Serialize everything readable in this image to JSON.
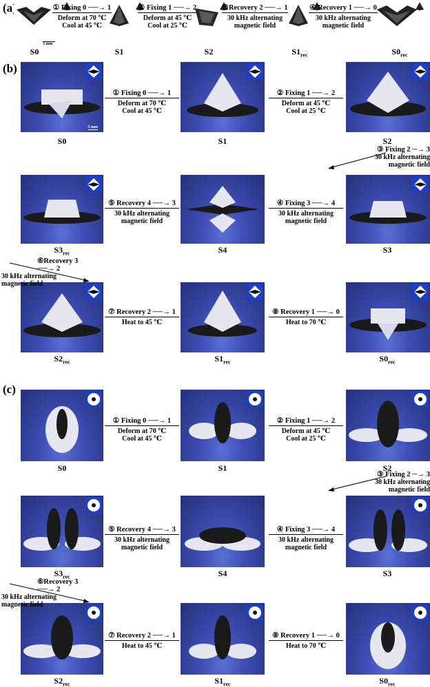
{
  "panels": {
    "a": {
      "label": "(a)",
      "scale": "3 mm",
      "states": [
        "S0",
        "S1",
        "S2",
        "S1",
        "S0"
      ],
      "state_subs": [
        "",
        "",
        "",
        "rec",
        "rec"
      ],
      "steps": [
        {
          "title": "① Fixing 0 ──→ 1",
          "l1": "Deform at 70 ℃",
          "l2": "Cool at 45 ℃"
        },
        {
          "title": "② Fixing 1 ──→ 2",
          "l1": "Deform at 45 ℃",
          "l2": "Cool at 25 ℃"
        },
        {
          "title": "③Recovery 2 ──→ 1",
          "l1": "30 kHz alternating",
          "l2": "magnetic field"
        },
        {
          "title": "④ Recovery 1 ──→ 0",
          "l1": "30 kHz alternating",
          "l2": "magnetic field"
        }
      ]
    },
    "b": {
      "label": "(b)",
      "scale": "5 mm",
      "states": [
        "S0",
        "S1",
        "S2",
        "S3",
        "S4",
        "S3",
        "S2",
        "S1",
        "S0"
      ],
      "state_subs": [
        "",
        "",
        "",
        "",
        "",
        "rec",
        "rec",
        "rec",
        "rec"
      ],
      "steps": [
        {
          "title": "① Fixing 0 ──→ 1",
          "l1": "Deform at 70 ℃",
          "l2": "Cool at 45 ℃"
        },
        {
          "title": "② Fixing 1 ──→ 2",
          "l1": "Deform at 45 ℃",
          "l2": "Cool at 25 ℃"
        },
        {
          "title": "③ Fixing 2 ─→ 3",
          "l1": "30 kHz alternating",
          "l2": "magnetic field"
        },
        {
          "title": "④ Fixing 3 ──→ 4",
          "l1": "30 kHz alternating",
          "l2": "magnetic field"
        },
        {
          "title": "⑤ Recovery 4 ──→ 3",
          "l1": "30 kHz alternating",
          "l2": "magnetic field"
        },
        {
          "title": "⑥Recovery 3 ──→ 2",
          "l1": "30 kHz alternating",
          "l2": "magnetic field"
        },
        {
          "title": "⑦ Recovery 2 ──→ 1",
          "l1": "Heat to 45 ℃",
          "l2": ""
        },
        {
          "title": "⑧ Recovery 1 ──→ 0",
          "l1": "Heat to 70 ℃",
          "l2": ""
        }
      ]
    },
    "c": {
      "label": "(c)",
      "states": [
        "S0",
        "S1",
        "S2",
        "S3",
        "S4",
        "S3",
        "S2",
        "S1",
        "S0"
      ],
      "state_subs": [
        "",
        "",
        "",
        "",
        "",
        "rec",
        "rec",
        "rec",
        "rec"
      ],
      "steps": [
        {
          "title": "① Fixing 0 ──→ 1",
          "l1": "Deform at 70 ℃",
          "l2": "Cool at 45 ℃"
        },
        {
          "title": "② Fixing 1 ──→ 2",
          "l1": "Deform at 45 ℃",
          "l2": "Cool at 25 ℃"
        },
        {
          "title": "③ Fixing 2 ─→ 3",
          "l1": "30 kHz alternating",
          "l2": "magnetic field"
        },
        {
          "title": "④ Fixing 3 ──→ 4",
          "l1": "30 kHz alternating",
          "l2": "magnetic field"
        },
        {
          "title": "⑤ Recovery 4 ──→ 3",
          "l1": "30 kHz alternating",
          "l2": "magnetic field"
        },
        {
          "title": "⑥Recovery 3 ──→ 2",
          "l1": "30 kHz alternating",
          "l2": "magnetic field"
        },
        {
          "title": "⑦ Recovery 2 ──→ 1",
          "l1": "Heat to 45 ℃",
          "l2": ""
        },
        {
          "title": "⑧ Recovery 1 ──→ 0",
          "l1": "Heat to 70 ℃",
          "l2": ""
        }
      ]
    }
  },
  "colors": {
    "photo_blue": "#3f4fb6",
    "inset_blue": "#1e3fbf",
    "white_part": "#e6e6ee",
    "black_part": "#1a1a1a"
  }
}
